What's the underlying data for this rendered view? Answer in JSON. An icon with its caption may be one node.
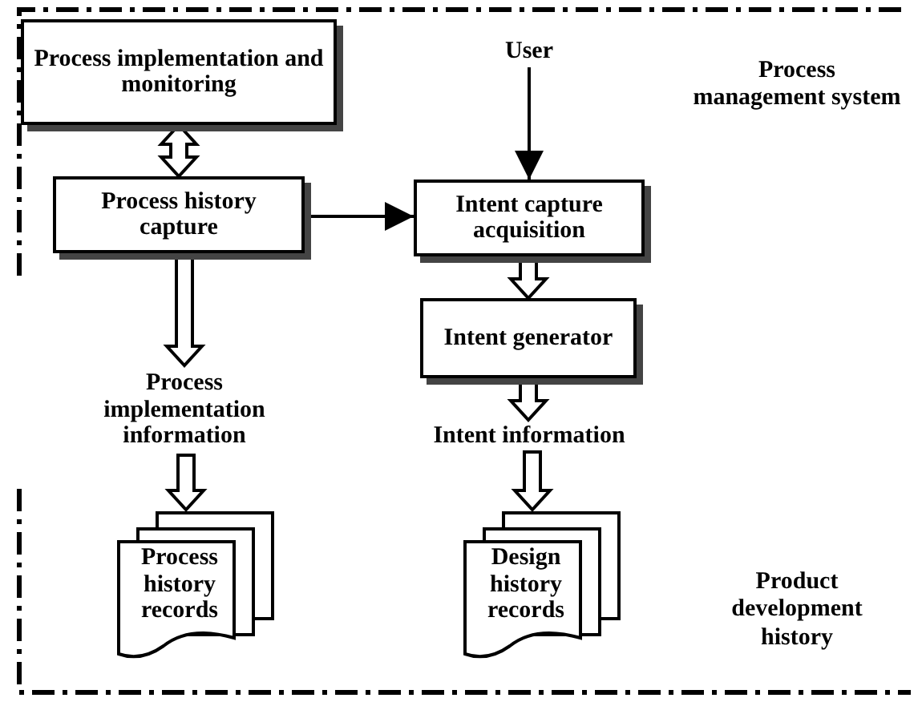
{
  "diagram": {
    "nodes": [
      {
        "text": [
          "Process implementation and monitoring"
        ]
      },
      {
        "text": [
          "User"
        ]
      },
      {
        "text": [
          "Process history capture"
        ]
      },
      {
        "text": [
          "Intent capture acquisition"
        ]
      },
      {
        "text": [
          "Intent generator"
        ]
      },
      {
        "text": [
          "Process implementation information"
        ]
      },
      {
        "text": [
          "Intent information"
        ]
      },
      {
        "text": [
          "Process history records"
        ]
      },
      {
        "text": [
          "Design history records"
        ]
      }
    ],
    "edges": [
      {
        "from": 0,
        "to": 2,
        "arrow": "both",
        "style": "thick"
      },
      {
        "from": 1,
        "to": 3,
        "arrow": "to"
      },
      {
        "from": 2,
        "to": 3,
        "arrow": "to"
      },
      {
        "from": 2,
        "to": 5,
        "arrow": "to",
        "style": "thick"
      },
      {
        "from": 3,
        "to": 4,
        "arrow": "to",
        "style": "thick"
      },
      {
        "from": 4,
        "to": 6,
        "arrow": "to",
        "style": "thick"
      },
      {
        "from": 5,
        "to": 7,
        "arrow": "to",
        "style": "thick"
      },
      {
        "from": 6,
        "to": 8,
        "arrow": "to",
        "style": "thick"
      }
    ],
    "labels": [
      "Process management system",
      "Product development history"
    ]
  }
}
